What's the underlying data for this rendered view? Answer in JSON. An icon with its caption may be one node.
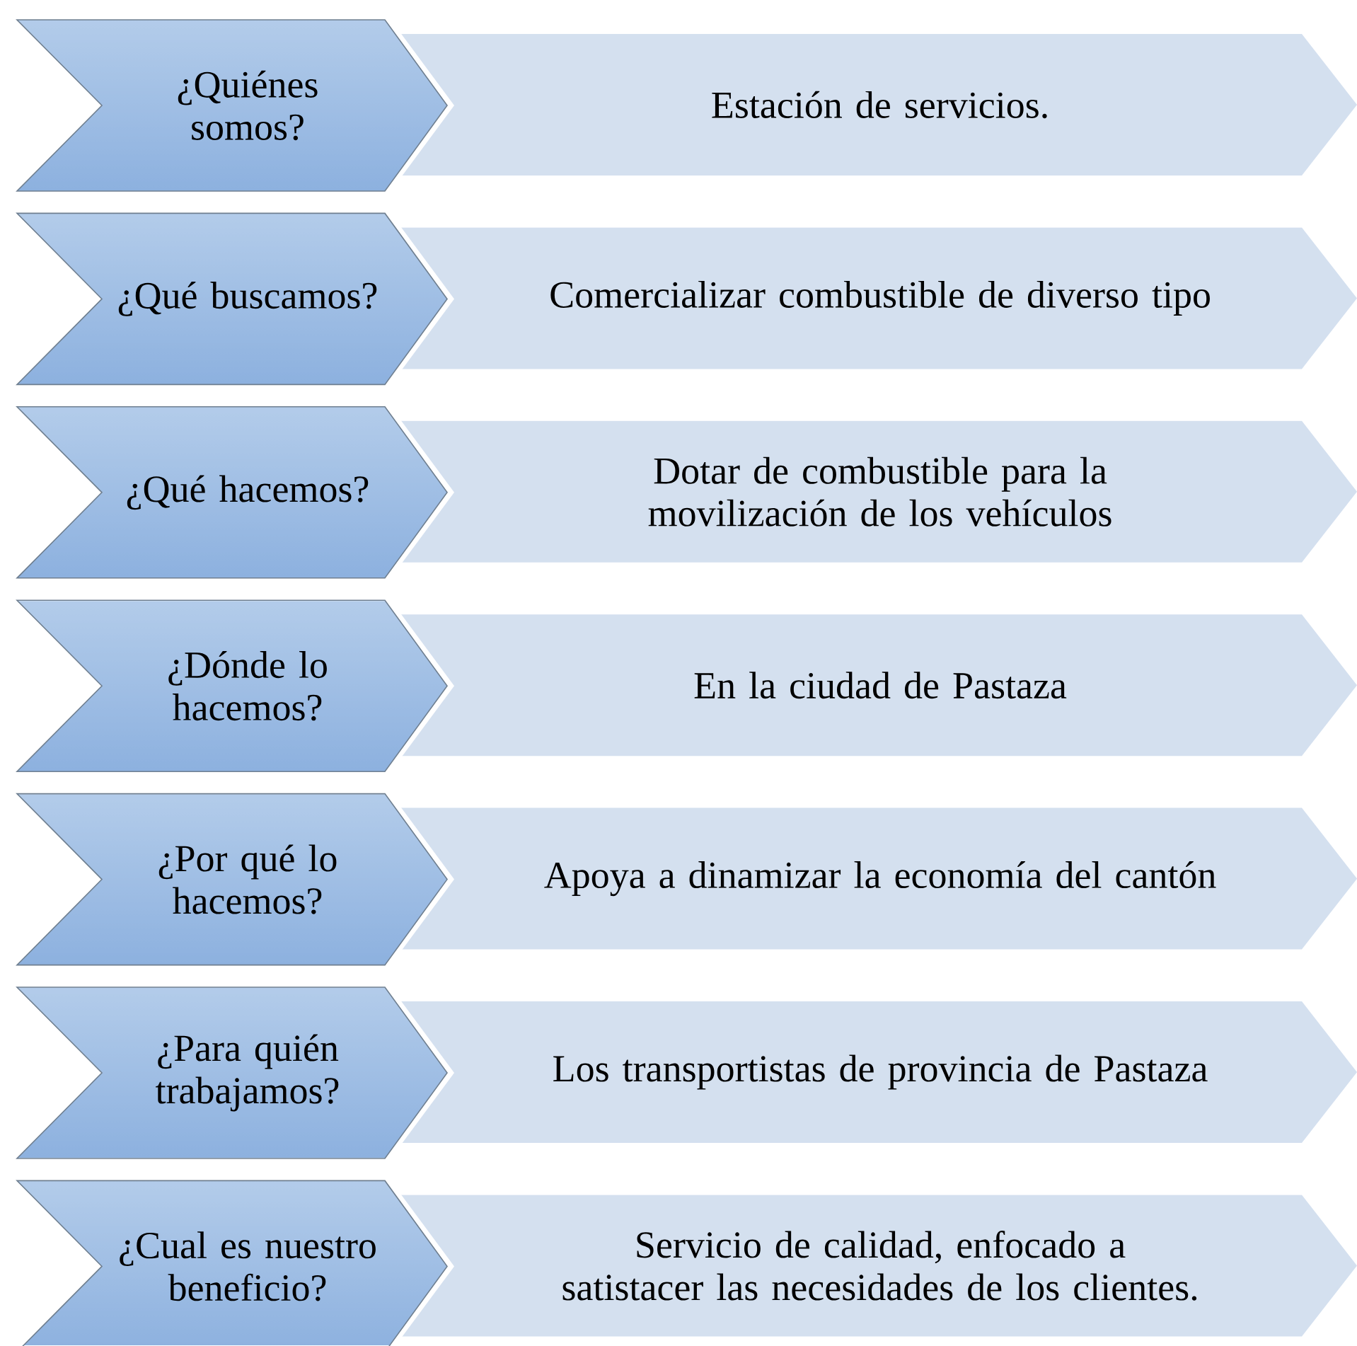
{
  "diagram": {
    "nodes": [
      {
        "text": [
          "¿Quiénes somos?"
        ]
      },
      {
        "text": [
          "Estación de servicios."
        ]
      },
      {
        "text": [
          "¿Qué buscamos?"
        ]
      },
      {
        "text": [
          "Comercializar combustible de diverso tipo"
        ]
      },
      {
        "text": [
          "¿Qué hacemos?"
        ]
      },
      {
        "text": [
          "Dotar de combustible para la movilización de los vehículos"
        ]
      },
      {
        "text": [
          "¿Dónde lo hacemos?"
        ]
      },
      {
        "text": [
          "En la ciudad de Pastaza"
        ]
      },
      {
        "text": [
          "¿Por qué lo hacemos?"
        ]
      },
      {
        "text": [
          "Apoya a  dinamizar la economía del cantón"
        ]
      },
      {
        "text": [
          "¿Para quién trabajamos?"
        ]
      },
      {
        "text": [
          "Los transportistas de provincia de Pastaza"
        ]
      },
      {
        "text": [
          "¿Cual es nuestro beneficio?"
        ]
      },
      {
        "text": [
          "Servicio de calidad, enfocado a satistacer las necesidades de los clientes."
        ]
      }
    ]
  }
}
